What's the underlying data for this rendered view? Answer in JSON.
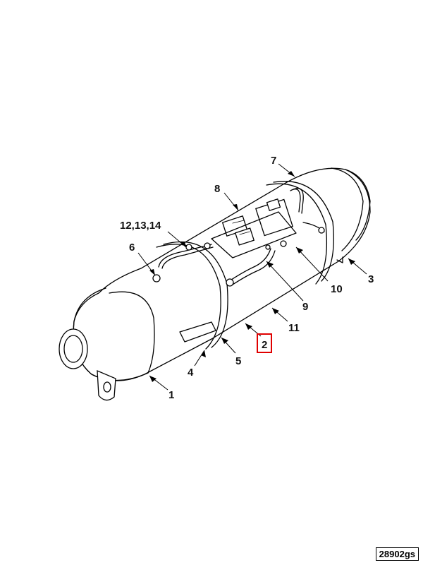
{
  "callouts": {
    "c1": "1",
    "c2": "2",
    "c3": "3",
    "c4": "4",
    "c5": "5",
    "c6": "6",
    "c7": "7",
    "c8": "8",
    "c9": "9",
    "c10": "10",
    "c11": "11",
    "c12": "12,13,14"
  },
  "highlighted_callout": "2",
  "highlight_color": "#e00000",
  "drawing_id": "28902gs"
}
